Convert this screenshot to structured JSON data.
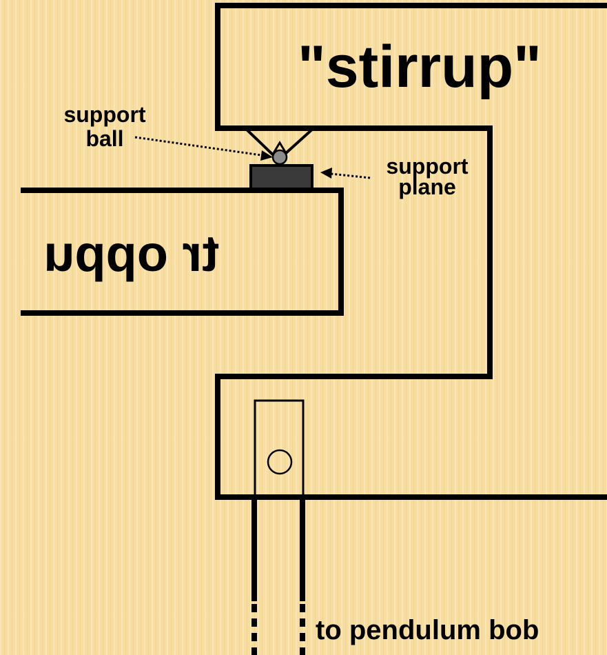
{
  "labels": {
    "stirrup": "\"stirrup\"",
    "support_ball_line1": "support",
    "support_ball_line2": "ball",
    "support_plane_line1": "support",
    "support_plane_line2": "plane",
    "mirrored_support": "tr oppu",
    "pendulum": "to pendulum bob"
  },
  "colors": {
    "background": "#f7dea0",
    "stroke": "#000000",
    "support_plane": "#3a3a3a",
    "support_ball": "#8c8c8c"
  }
}
